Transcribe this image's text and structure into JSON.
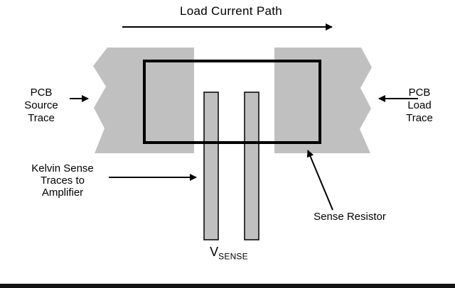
{
  "colors": {
    "trace_fill": "#c0c0c0",
    "line": "#000000",
    "background": "#ffffff"
  },
  "title": "Load Current Path",
  "labels": {
    "pcb_source": {
      "lines": [
        "PCB",
        "Source",
        "Trace"
      ]
    },
    "pcb_load": {
      "lines": [
        "PCB",
        "Load",
        "Trace"
      ]
    },
    "kelvin": {
      "lines": [
        "Kelvin Sense",
        "Traces to",
        "Amplifier"
      ]
    },
    "sense_resistor": "Sense Resistor",
    "vsense": {
      "base": "V",
      "subscript": "SENSE"
    }
  }
}
